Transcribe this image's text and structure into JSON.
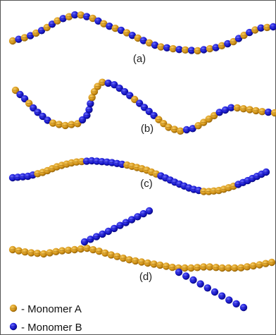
{
  "colors": {
    "monomer_a": "#d99a1c",
    "monomer_a_dark": "#8a5a05",
    "monomer_a_light": "#f6cf6a",
    "monomer_b": "#1c1cd6",
    "monomer_b_dark": "#06066e",
    "monomer_b_light": "#7070ff",
    "border": "#555555"
  },
  "panels": [
    {
      "label": "(a)",
      "structure": "alternating copolymer",
      "sequence": "ABABABABABABABABABABABABABABABABABABABABABABAB"
    },
    {
      "label": "(b)",
      "structure": "random copolymer",
      "sequence": "ABBABBBBAAAAABBBBAAAABBBBBABBBBAAAAABBAAAABBBAAAAABA"
    },
    {
      "label": "(c)",
      "structure": "block copolymer",
      "sequence": "BBBBBAAAAAAAAAABBBBBBBBAAAAAAABBBBBBBBBAAAAAAABBBBBBB"
    },
    {
      "label": "(d)",
      "structure": "graft copolymer",
      "backbone": "AAAAAAAAAAAAAAAAAAAAAAAAAAAAAAAAAAAAAAAAAAA",
      "branches": [
        "BBBBBBBBBBBB",
        "BBBBBBBBBB"
      ]
    }
  ],
  "legend": [
    {
      "monomer": "A",
      "label": "- Monomer A"
    },
    {
      "monomer": "B",
      "label": "- Monomer B"
    }
  ]
}
